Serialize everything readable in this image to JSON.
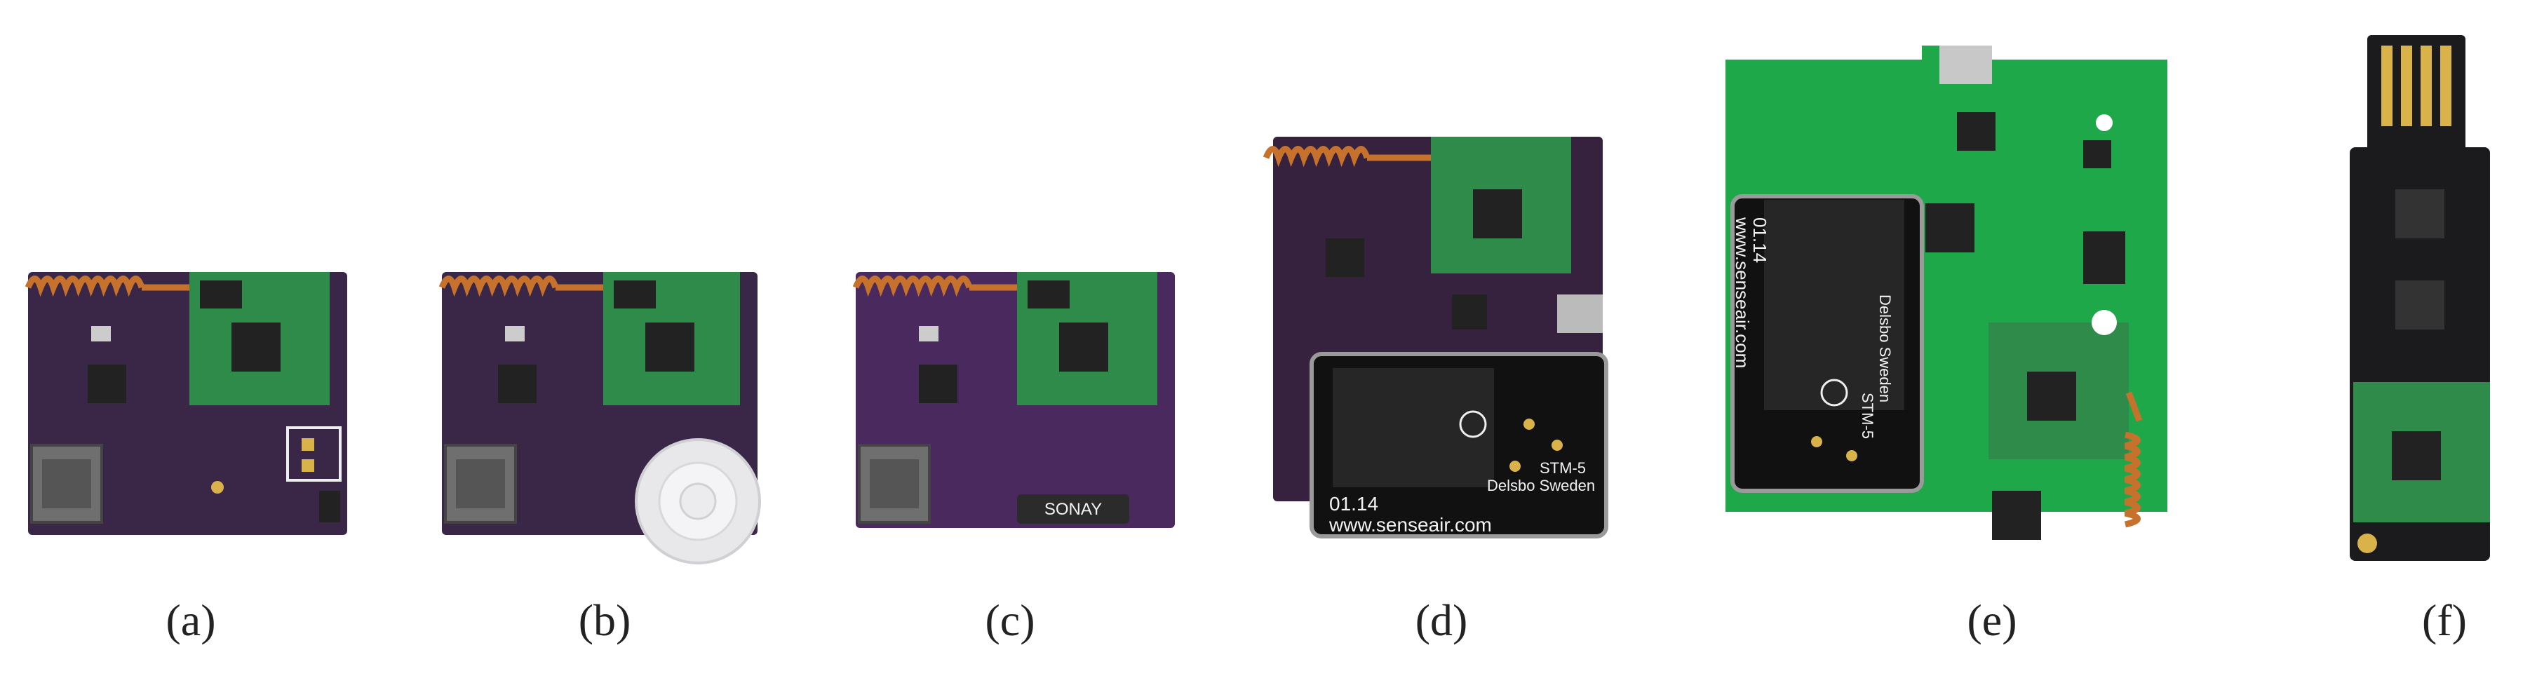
{
  "figure": {
    "panels": [
      {
        "caption": "(a)",
        "board_color": "#3a2748",
        "sticker_text": ""
      },
      {
        "caption": "(b)",
        "board_color": "#3a2748",
        "sticker_text": ""
      },
      {
        "caption": "(c)",
        "board_color": "#4a2a5e",
        "sticker_text": "SONAY"
      },
      {
        "caption": "(d)",
        "board_color": "#36213f",
        "sensor_text_1": "01.14",
        "sensor_text_2": "www.senseair.com",
        "sensor_text_3": "Delsbo Sweden",
        "sensor_text_4": "STM-5"
      },
      {
        "caption": "(e)",
        "board_color": "#1fa84a",
        "sensor_text_1": "01.14",
        "sensor_text_2": "www.senseair.com",
        "sensor_text_3": "Delsbo Sweden",
        "sensor_text_4": "STM-5"
      },
      {
        "caption": "(f)",
        "board_color": "#1b1b1e"
      }
    ],
    "colors": {
      "radio_module": "#2e8b4a",
      "antenna": "#c7722c",
      "ic": "#222222",
      "connector": "#8a8a8a"
    }
  }
}
